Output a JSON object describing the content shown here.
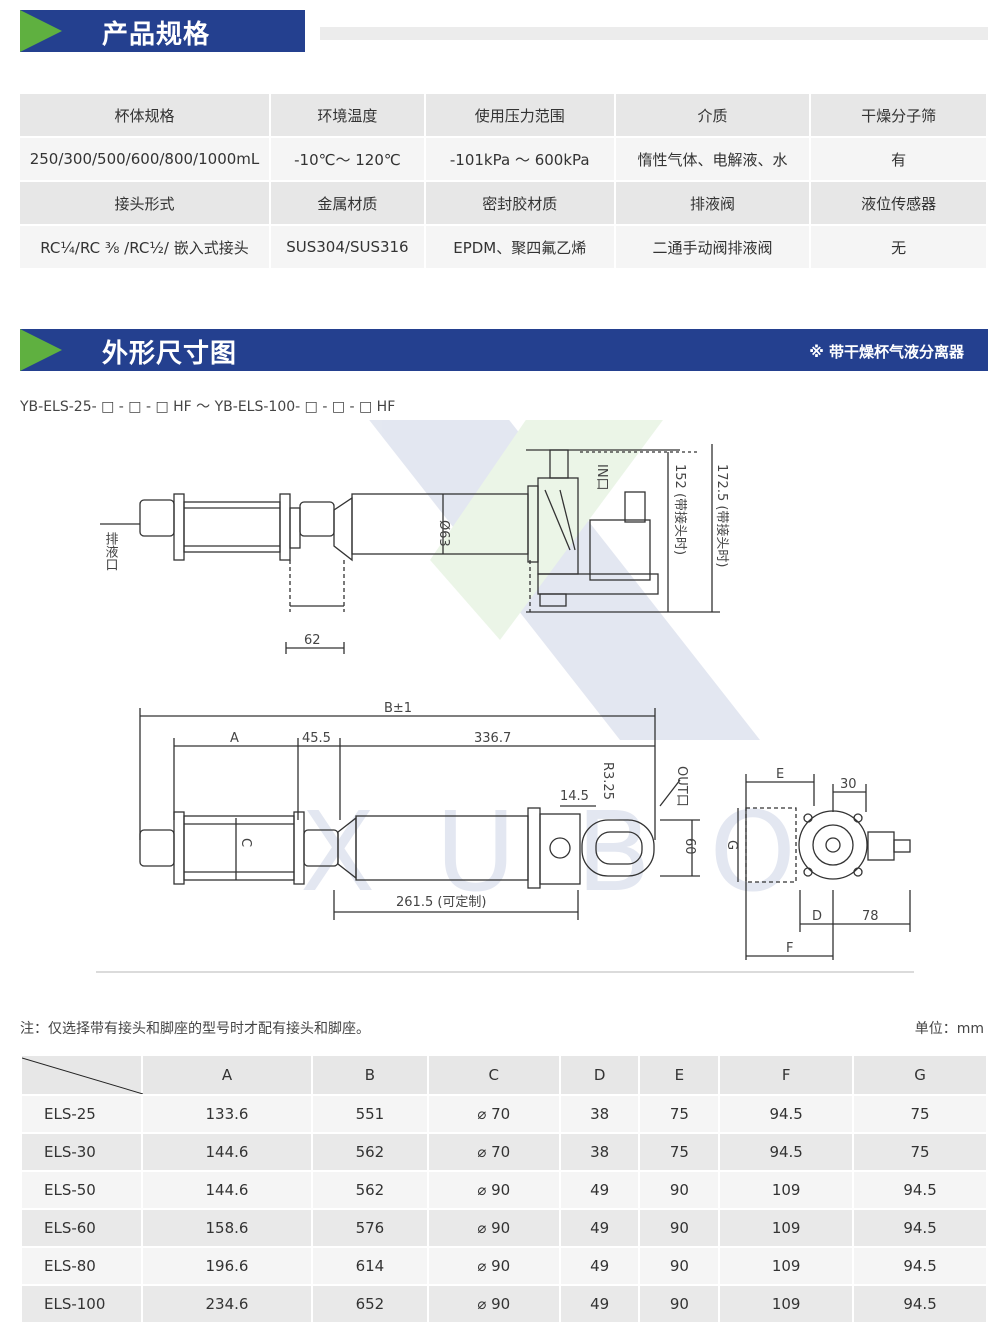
{
  "section1": {
    "title": "产品规格"
  },
  "spec_table": {
    "rows": [
      [
        "杯体规格",
        "环境温度",
        "使用压力范围",
        "介质",
        "干燥分子筛"
      ],
      [
        "250/300/500/600/800/1000mL",
        "-10℃～ 120℃",
        "-101kPa ～ 600kPa",
        "惰性气体、电解液、水",
        "有"
      ],
      [
        "接头形式",
        "金属材质",
        "密封胶材质",
        "排液阀",
        "液位传感器"
      ],
      [
        "RC¼/RC ⅜ /RC½/ 嵌入式接头",
        "SUS304/SUS316",
        "EPDM、聚四氟乙烯",
        "二通手动阀排液阀",
        "无"
      ]
    ]
  },
  "section2": {
    "title": "外形尺寸图",
    "note": "※ 带干燥杯气液分离器"
  },
  "model_range": "YB-ELS-25- □ - □ - □ HF ～ YB-ELS-100- □ - □ - □ HF",
  "drawing": {
    "top_view": {
      "drain_label": "排液口",
      "dim_62": "62",
      "dim_phi63": "Ø63",
      "in_label": "IN口",
      "dim_152": "152 (带接头时)",
      "dim_172_5": "172.5 (带接头时)"
    },
    "front_view": {
      "dim_b": "B±1",
      "dim_a": "A",
      "dim_45_5": "45.5",
      "dim_336_7": "336.7",
      "dim_c": "C",
      "dim_r3_25": "R3.25",
      "dim_14_5": "14.5",
      "out_label": "OUT口",
      "dim_60": "60",
      "dim_261_5": "261.5 (可定制)"
    },
    "side_view": {
      "dim_e": "E",
      "dim_30": "30",
      "dim_g": "G",
      "dim_d": "D",
      "dim_78": "78",
      "dim_f": "F"
    },
    "watermark": "XUBO"
  },
  "note": "注：仅选择带有接头和脚座的型号时才配有接头和脚座。",
  "unit": "单位：mm",
  "dim_table": {
    "headers": [
      "A",
      "B",
      "C",
      "D",
      "E",
      "F",
      "G"
    ],
    "rows": [
      {
        "model": "ELS-25",
        "values": [
          "133.6",
          "551",
          "⌀ 70",
          "38",
          "75",
          "94.5",
          "75"
        ]
      },
      {
        "model": "ELS-30",
        "values": [
          "144.6",
          "562",
          "⌀ 70",
          "38",
          "75",
          "94.5",
          "75"
        ]
      },
      {
        "model": "ELS-50",
        "values": [
          "144.6",
          "562",
          "⌀ 90",
          "49",
          "90",
          "109",
          "94.5"
        ]
      },
      {
        "model": "ELS-60",
        "values": [
          "158.6",
          "576",
          "⌀ 90",
          "49",
          "90",
          "109",
          "94.5"
        ]
      },
      {
        "model": "ELS-80",
        "values": [
          "196.6",
          "614",
          "⌀ 90",
          "49",
          "90",
          "109",
          "94.5"
        ]
      },
      {
        "model": "ELS-100",
        "values": [
          "234.6",
          "652",
          "⌀ 90",
          "49",
          "90",
          "109",
          "94.5"
        ]
      }
    ]
  },
  "colors": {
    "banner": "#24408f",
    "accent": "#5fb040",
    "table_dark": "#e7e7e7",
    "table_light": "#f5f5f5"
  }
}
